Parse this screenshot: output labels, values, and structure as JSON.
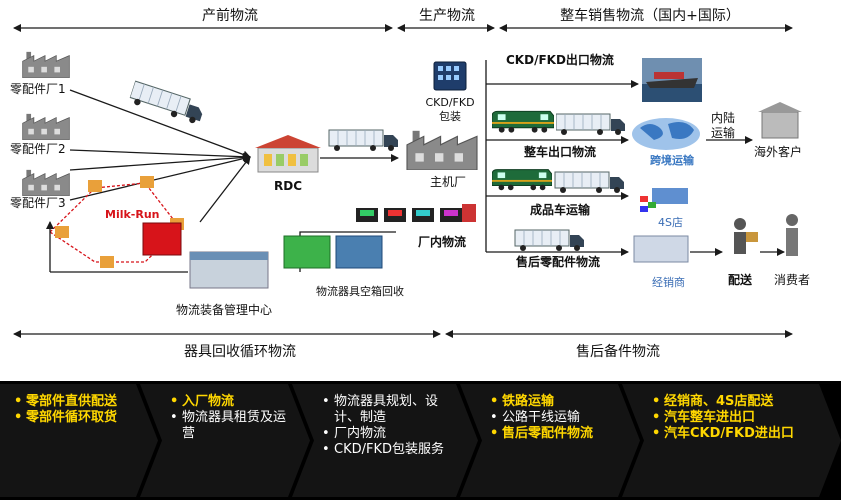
{
  "sections": {
    "upstream": "产前物流",
    "production": "生产物流",
    "vehicle_sales": "整车销售物流（国内+国际）",
    "recycle": "器具回收循环物流",
    "aftersales": "售后备件物流"
  },
  "nodes": {
    "factory1": "零配件厂1",
    "factory2": "零配件厂2",
    "factory3": "零配件厂3",
    "milk_run": "Milk-Run",
    "rdc": "RDC",
    "ckd_pack": [
      "CKD/FKD",
      "包装"
    ],
    "main_factory": "主机厂",
    "in_plant": "厂内物流",
    "empty_box": "物流器具空箱回收",
    "equipment_center": "物流装备管理中心",
    "ckd_export": "CKD/FKD出口物流",
    "vehicle_export": "整车出口物流",
    "finished_transport": "成品车运输",
    "aftersales_parts": "售后零配件物流",
    "inland": [
      "内陆",
      "运输"
    ],
    "overseas": "海外客户",
    "cross_border": "跨境运输",
    "four_s": "4S店",
    "dealer": "经销商",
    "delivery": "配送",
    "consumer": "消费者"
  },
  "colors": {
    "arrow": "#1a1a1a",
    "milk_run_red": "#d7141a",
    "train_green": "#1e6b3a",
    "chevron_text": "#ffffff",
    "chevron_highlight": "#ffd700"
  },
  "bottom": {
    "c1": [
      "零部件直供配送",
      "零部件循环取货"
    ],
    "c2": [
      "入厂物流",
      "物流器具租赁及运营"
    ],
    "c3": [
      "物流器具规划、设计、制造",
      "厂内物流",
      "CKD/FKD包装服务"
    ],
    "c4": [
      "铁路运输",
      "公路干线运输",
      "售后零配件物流"
    ],
    "c5": [
      "经销商、4S店配送",
      "汽车整车进出口",
      "汽车CKD/FKD进出口"
    ]
  }
}
